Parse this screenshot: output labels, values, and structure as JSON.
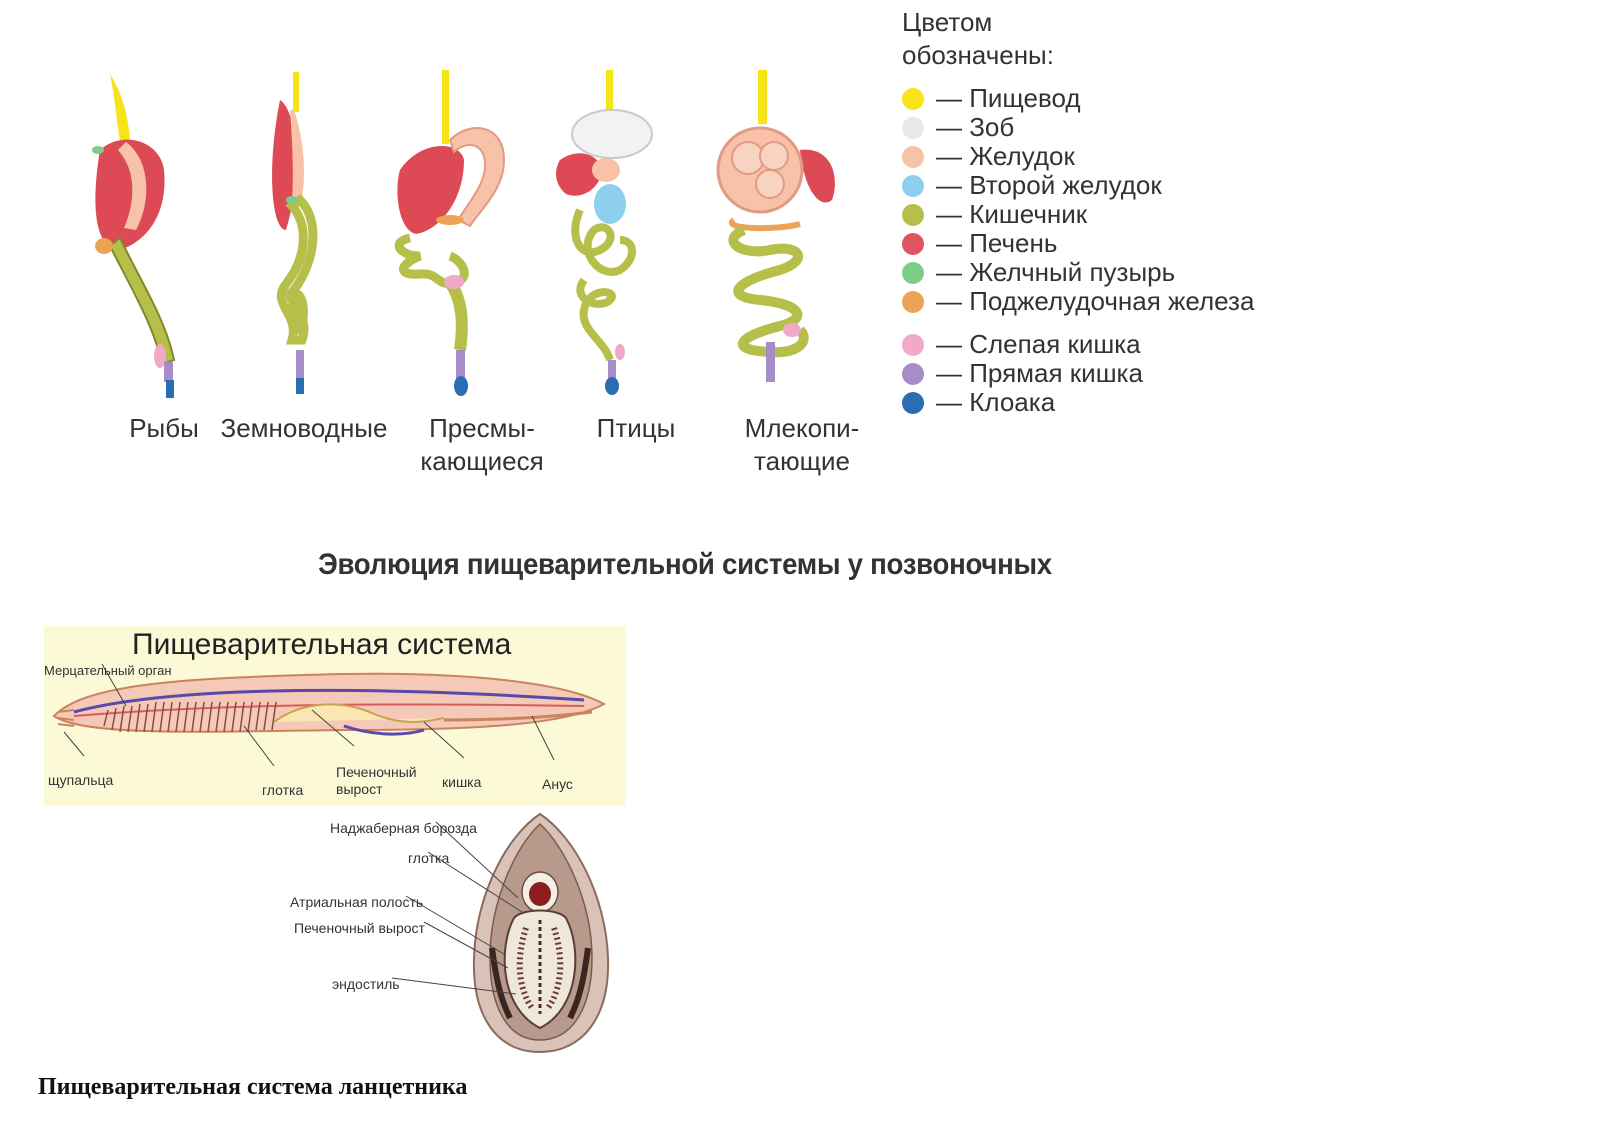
{
  "animals": [
    {
      "key": "fish",
      "label": "Рыбы"
    },
    {
      "key": "amphibians",
      "label": "Земноводные"
    },
    {
      "key": "reptiles",
      "label": "Пресмы-\nкающиеся"
    },
    {
      "key": "birds",
      "label": "Птицы"
    },
    {
      "key": "mammals",
      "label": "Млекопи-\nтающие"
    }
  ],
  "legend": {
    "title": "Цветом\nобозначены:",
    "items": [
      {
        "label": "— Пищевод",
        "color": "#f6e418"
      },
      {
        "label": "— Зоб",
        "color": "#e9e9e9"
      },
      {
        "label": "— Желудок",
        "color": "#f7c2a8"
      },
      {
        "label": "— Второй желудок",
        "color": "#8ecff0"
      },
      {
        "label": "— Кишечник",
        "color": "#b6bf4a"
      },
      {
        "label": "— Печень",
        "color": "#e05360"
      },
      {
        "label": "— Желчный пузырь",
        "color": "#7ecb8a"
      },
      {
        "label": "— Поджелудочная железа",
        "color": "#eda356"
      },
      {
        "label": "— Слепая кишка",
        "color": "#f0a9c7"
      },
      {
        "label": "— Прямая кишка",
        "color": "#a68cc9"
      },
      {
        "label": "— Клоака",
        "color": "#2a6db3"
      }
    ]
  },
  "figure_title": "Эволюция пищеварительной системы у позвоночных",
  "lancelet": {
    "title": "Пищеварительная система",
    "labels": {
      "ciliated_organ": "Мерцательный орган",
      "tentacles": "щупальца",
      "pharynx": "глотка",
      "hepatic_outgrowth": "Печеночный\nвырост",
      "intestine": "кишка",
      "anus": "Анус"
    }
  },
  "cross_section": {
    "labels": {
      "epibranchial_groove": "Наджаберная борозда",
      "pharynx": "глотка",
      "atrial_cavity": "Атриальная полость",
      "hepatic_outgrowth": "Печеночный вырост",
      "endostyle": "эндостиль"
    }
  },
  "caption": "Пищеварительная система ланцетника"
}
